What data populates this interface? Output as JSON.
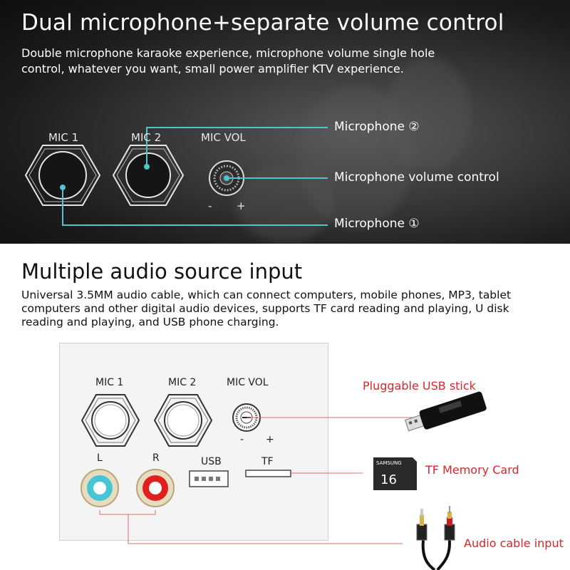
{
  "section_1": {
    "title": "Dual microphone+separate volume control",
    "description": "Double microphone karaoke experience, microphone volume single hole control, whatever you want, small power amplifier KTV experience.",
    "panel_labels": {
      "mic1": "MIC 1",
      "mic2": "MIC 2",
      "mic_vol": "MIC VOL",
      "minus": "-",
      "plus": "+"
    },
    "callouts": {
      "microphone_2": "Microphone ②",
      "volume_control": "Microphone volume control",
      "microphone_1": "Microphone ①"
    },
    "accent_color": "#4fc3cf"
  },
  "section_2": {
    "title": "Multiple audio source input",
    "description": "Universal 3.5MM audio cable, which can connect computers, mobile phones, MP3, tablet computers and other digital audio devices, supports TF card reading and playing, U disk reading and playing, and USB phone charging.",
    "panel_labels": {
      "mic1": "MIC 1",
      "mic2": "MIC 2",
      "mic_vol": "MIC VOL",
      "minus": "-",
      "plus": "+",
      "left": "L",
      "right": "R",
      "usb": "USB",
      "tf": "TF"
    },
    "callouts": {
      "usb_stick": "Pluggable USB stick",
      "tf_card": "TF Memory Card",
      "audio_cable": "Audio cable input"
    },
    "sd_card": {
      "brand": "SAMSUNG",
      "capacity": "16"
    },
    "accent_color": "#d6282a"
  }
}
